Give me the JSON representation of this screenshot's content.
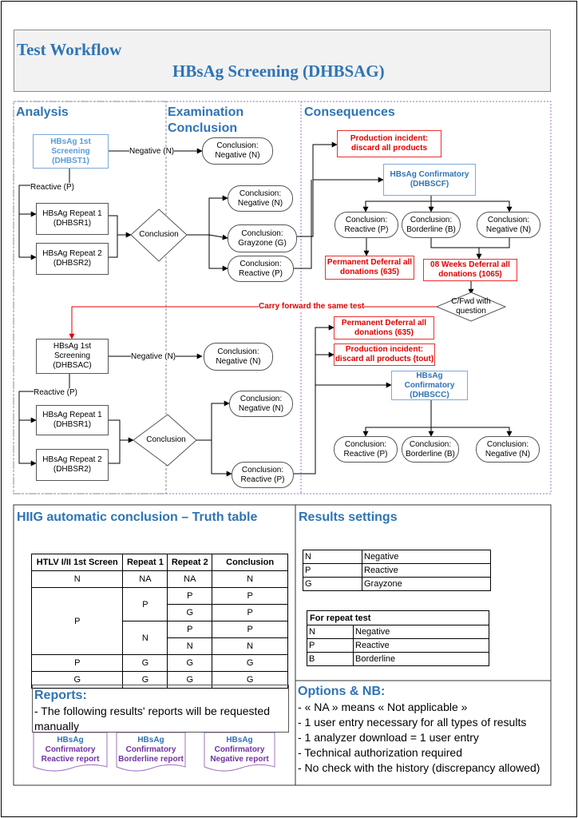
{
  "header": {
    "title": "Test Workflow",
    "subtitle": "HBsAg Screening (DHBSAG)"
  },
  "sections": {
    "analysis": "Analysis",
    "exam": "Examination Conclusion",
    "consequences": "Consequences"
  },
  "flow1": {
    "screen1": "HBsAg 1st Screening (DHBST1)",
    "negative_edge": "Negative (N)",
    "reactive_edge": "Reactive (P)",
    "repeat1": "HBsAg Repeat 1 (DHBSR1)",
    "repeat2": "HBsAg Repeat 2 (DHBSR2)",
    "decision": "Conclusion",
    "concl_neg_top": "Conclusion: Negative (N)",
    "concl_neg": "Conclusion: Negative (N)",
    "concl_gray": "Conclusion: Grayzone (G)",
    "concl_react": "Conclusion: Reactive (P)",
    "incident": "Production incident: discard all products",
    "confirm": "HBsAg Confirmatory (DHBSCF)",
    "c_react": "Conclusion: Reactive (P)",
    "c_border": "Conclusion: Borderline (B)",
    "c_neg": "Conclusion: Negative (N)",
    "perm_deferral": "Permanent Deferral all donations (635)",
    "week_deferral": "08 Weeks Deferral all donations (1065)",
    "cfwd": "C/Fwd with question",
    "carry": "Carry forward the same test"
  },
  "flow2": {
    "screen1": "HBsAg 1st Screening (DHBSAC)",
    "negative_edge": "Negative (N)",
    "reactive_edge": "Reactive (P)",
    "repeat1": "HBsAg Repeat 1 (DHBSR1)",
    "repeat2": "HBsAg Repeat 2 (DHBSR2)",
    "decision": "Conclusion",
    "concl_neg_top": "Conclusion: Negative (N)",
    "concl_neg": "Conclusion: Negative (N)",
    "concl_react": "Conclusion: Reactive (P)",
    "perm_deferral": "Permanent Deferral all donations (635)",
    "incident": "Production incident: discard all products (tout)",
    "confirm": "HBsAg Confirmatory (DHBSCC)",
    "c_react": "Conclusion: Reactive (P)",
    "c_border": "Conclusion: Borderline (B)",
    "c_neg": "Conclusion: Negative (N)"
  },
  "truth": {
    "title": "HIIG automatic conclusion – Truth table",
    "headers": [
      "HTLV I/II 1st Screen",
      "Repeat 1",
      "Repeat 2",
      "Conclusion"
    ],
    "r1": [
      "N",
      "NA",
      "NA",
      "N"
    ],
    "p_screen": "P",
    "p_rep1_p": "P",
    "p_rep1_n": "N",
    "rows_p": [
      [
        "P",
        "P"
      ],
      [
        "G",
        "P"
      ],
      [
        "P",
        "P"
      ],
      [
        "N",
        "N"
      ]
    ],
    "r6": [
      "P",
      "G",
      "G",
      "G"
    ],
    "r7": [
      "G",
      "G",
      "G",
      "G"
    ]
  },
  "results": {
    "title": "Results settings",
    "rows": [
      [
        "N",
        "Negative"
      ],
      [
        "P",
        "Reactive"
      ],
      [
        "G",
        "Grayzone"
      ]
    ],
    "repeat_title": "For repeat test",
    "repeat_rows": [
      [
        "N",
        "Negative"
      ],
      [
        "P",
        "Reactive"
      ],
      [
        "B",
        "Borderline"
      ]
    ]
  },
  "reports": {
    "title": "Reports:",
    "text": "- The following results' reports will be requested manually",
    "docs": [
      {
        "line1": "HBsAg",
        "line2": "Confirmatory",
        "line3": "Reactive report"
      },
      {
        "line1": "HBsAg",
        "line2": "Confirmatory",
        "line3": "Borderline report"
      },
      {
        "line1": "HBsAg",
        "line2": "Confirmatory",
        "line3": "Negative report"
      }
    ]
  },
  "options": {
    "title": "Options & NB:",
    "lines": [
      "- « NA » means « Not applicable »",
      "- 1 user entry necessary for all types of results",
      "- 1 analyzer download = 1 user entry",
      "- Technical authorization required",
      "- No check with the history (discrepancy allowed)"
    ]
  },
  "colors": {
    "blue": "#2e74b5",
    "red": "#e00000",
    "purple": "#7030a0",
    "frame": "#a070c0"
  }
}
